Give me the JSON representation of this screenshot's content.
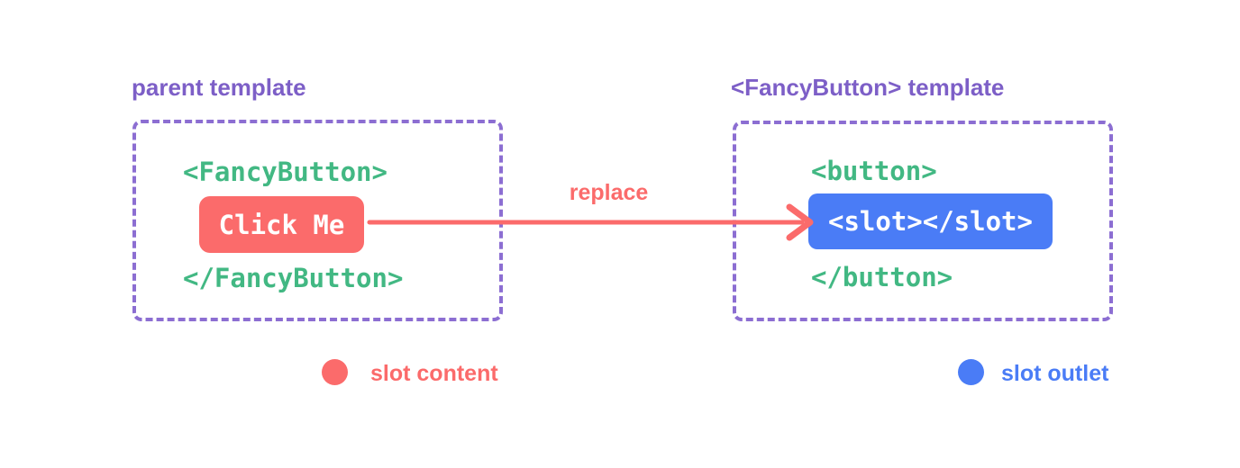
{
  "colors": {
    "red": "#FB6B6B",
    "blue": "#4A7CF6",
    "green": "#42B883",
    "purple": "#7D5FC7",
    "purple_border": "#8C6ED2",
    "text_on_fill": "#FFFFFF",
    "background": "#FFFFFF"
  },
  "left_panel": {
    "title": "parent template",
    "code_open_tag": "<FancyButton>",
    "button_label": "Click Me",
    "code_close_tag": "</FancyButton>"
  },
  "arrow": {
    "label": "replace"
  },
  "right_panel": {
    "title": "<FancyButton> template",
    "code_open_tag": "<button>",
    "slot_label": "<slot></slot>",
    "code_close_tag": "</button>"
  },
  "legend": [
    {
      "label": "slot content",
      "color": "#FB6B6B"
    },
    {
      "label": "slot outlet",
      "color": "#4A7CF6"
    }
  ]
}
